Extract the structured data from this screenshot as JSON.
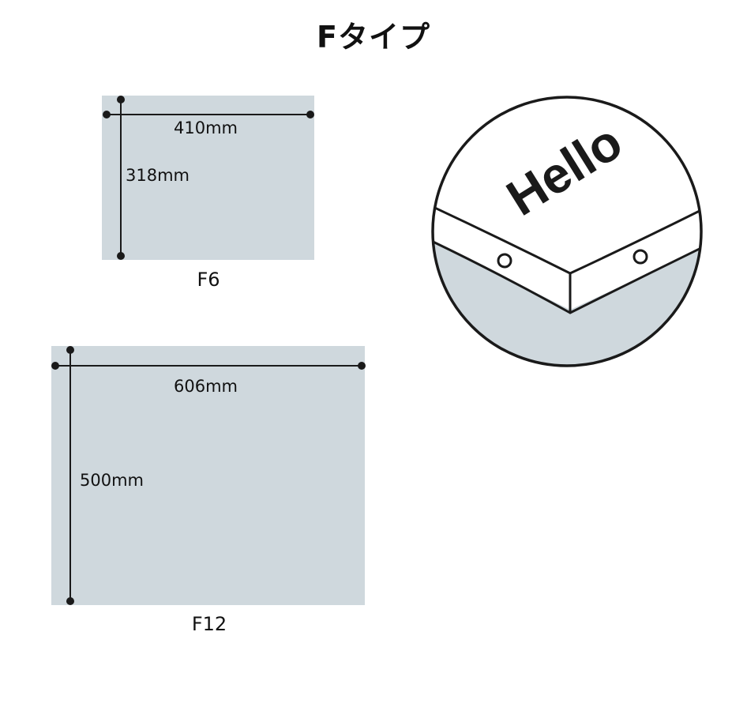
{
  "title": "Fタイプ",
  "sizes": [
    {
      "name": "F6",
      "width_label": "410mm",
      "height_label": "318mm"
    },
    {
      "name": "F12",
      "width_label": "606mm",
      "height_label": "500mm"
    }
  ],
  "detail": {
    "edge_text": "Hello"
  },
  "colors": {
    "panel": "#cfd8dd",
    "line": "#1a1a1a",
    "background": "#ffffff"
  }
}
